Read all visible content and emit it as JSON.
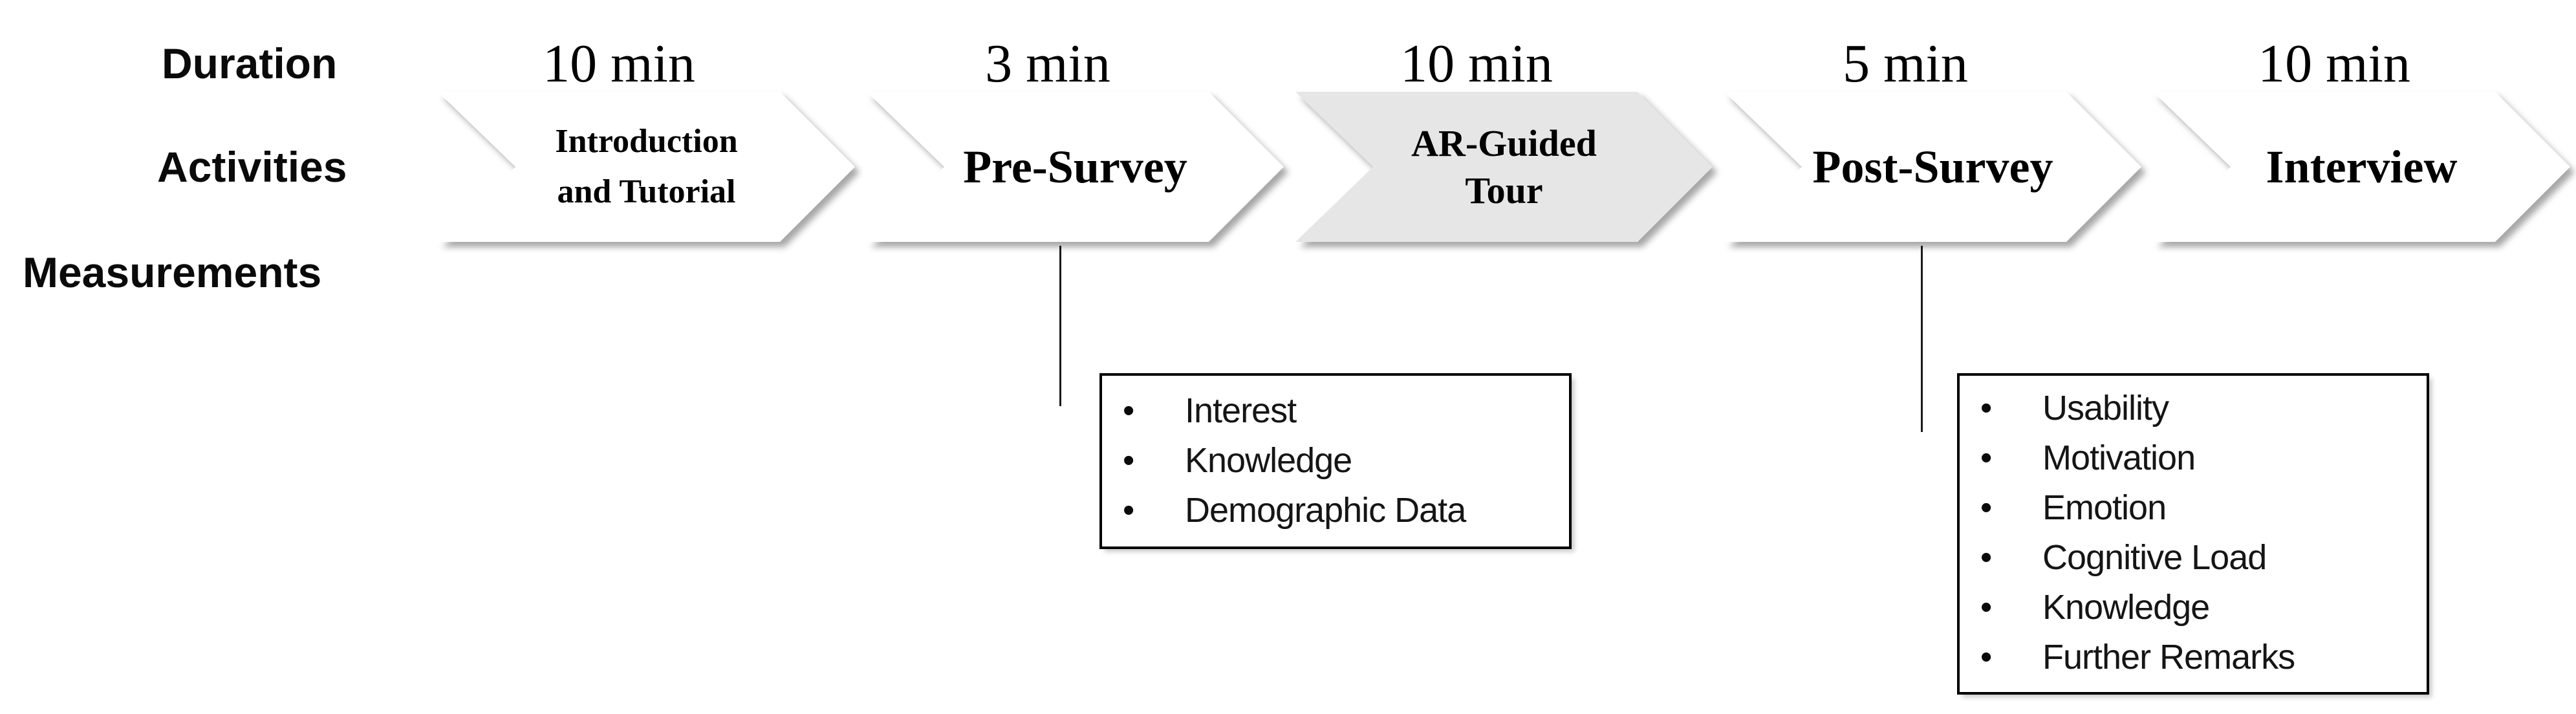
{
  "row_labels": {
    "duration": "Duration",
    "activities": "Activities",
    "measurements": "Measurements"
  },
  "steps": [
    {
      "duration": "10 min",
      "line1": "Introduction",
      "line2": "and Tutorial"
    },
    {
      "duration": "3 min",
      "line1": "Pre-Survey",
      "line2": ""
    },
    {
      "duration": "10 min",
      "line1": "AR-Guided",
      "line2": "Tour"
    },
    {
      "duration": "5 min",
      "line1": "Post-Survey",
      "line2": ""
    },
    {
      "duration": "10 min",
      "line1": "Interview",
      "line2": ""
    }
  ],
  "measurement_boxes": [
    {
      "items": [
        "Interest",
        "Knowledge",
        "Demographic Data"
      ]
    },
    {
      "items": [
        "Usability",
        "Motivation",
        "Emotion",
        "Cognitive Load",
        "Knowledge",
        "Further Remarks"
      ]
    }
  ],
  "colors": {
    "default_fill": "#ffffff",
    "highlight_fill": "#e6e6e6",
    "stroke": "#000000"
  }
}
